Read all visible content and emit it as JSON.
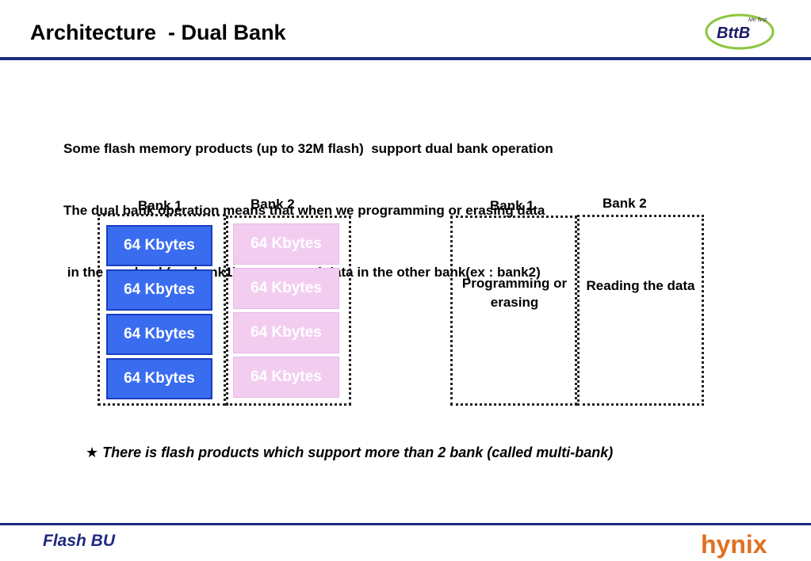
{
  "header": {
    "title": "Architecture  - Dual Bank",
    "logo_text": "BttB",
    "logo_tagline": "Me first."
  },
  "intro": {
    "lines": [
      "Some flash memory products (up to 32M flash)  support dual bank operation",
      "The dual bank operation means that when we programming or erasing data",
      " in the one bank(ex: bank1), we can read data in the other bank(ex : bank2)"
    ]
  },
  "diagram_left": {
    "bank1_label": "Bank 1",
    "bank2_label": "Bank 2",
    "bank1_blocks": [
      "64 Kbytes",
      "64 Kbytes",
      "64 Kbytes",
      "64 Kbytes"
    ],
    "bank2_blocks": [
      "64 Kbytes",
      "64 Kbytes",
      "64 Kbytes",
      "64 Kbytes"
    ],
    "colors": {
      "active": "#3a6cf0",
      "inactive": "#f3cdf0"
    }
  },
  "diagram_right": {
    "bank1_label": "Bank 1",
    "bank2_label": "Bank 2",
    "bank1_text": "Programming or erasing",
    "bank2_text": "Reading the data"
  },
  "note": {
    "icon": "star-icon",
    "text": "There is flash products which support more than 2 bank (called multi-bank)"
  },
  "footer": {
    "label": "Flash BU",
    "logo_text": "hynix"
  },
  "colors": {
    "rule": "#1f2a80",
    "hynix": "#e07020"
  }
}
